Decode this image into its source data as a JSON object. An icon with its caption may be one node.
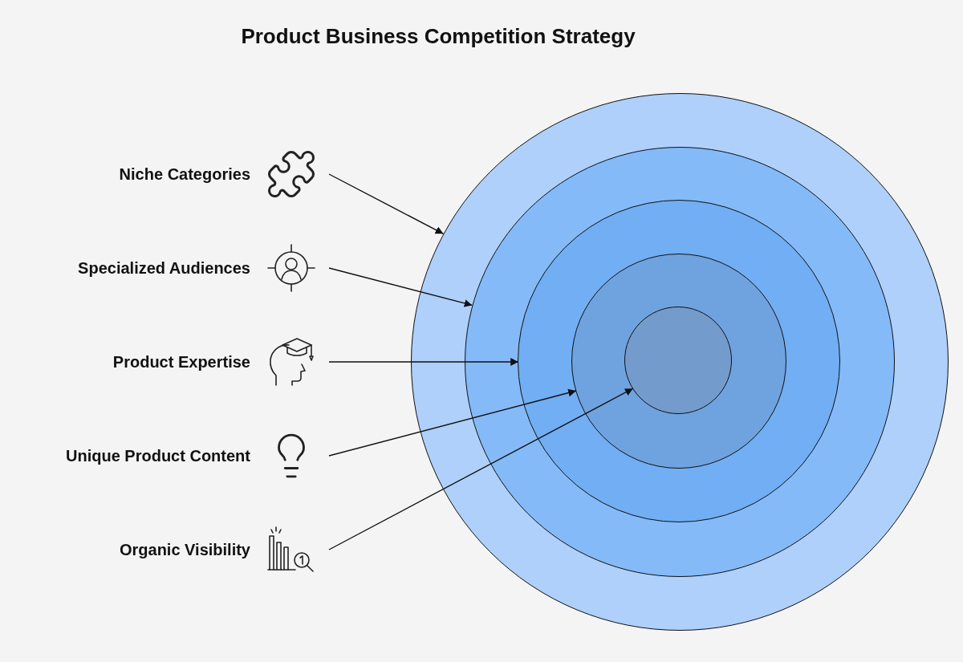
{
  "diagram": {
    "title": "Product Business Competition Strategy",
    "nodes": [
      {
        "text": [],
        "shape": "circle"
      },
      {
        "text": [],
        "shape": "circle",
        "in": 0
      },
      {
        "text": [],
        "shape": "circle",
        "in": 1
      },
      {
        "text": [],
        "shape": "circle",
        "in": 2
      },
      {
        "text": [],
        "shape": "circle",
        "in": 3
      },
      {
        "text": [
          "Niche Categories"
        ]
      },
      {
        "text": [
          "Specialized Audiences"
        ]
      },
      {
        "text": [
          "Product Expertise"
        ]
      },
      {
        "text": [
          "Unique Product Content"
        ]
      },
      {
        "text": [
          "Organic Visibility"
        ]
      }
    ],
    "edges": [
      {
        "from": 5,
        "to": 0,
        "arrow": "to"
      },
      {
        "from": 6,
        "to": 1,
        "arrow": "to"
      },
      {
        "from": 7,
        "to": 2,
        "arrow": "to"
      },
      {
        "from": 8,
        "to": 3,
        "arrow": "to"
      },
      {
        "from": 9,
        "to": 4,
        "arrow": "to"
      }
    ]
  }
}
